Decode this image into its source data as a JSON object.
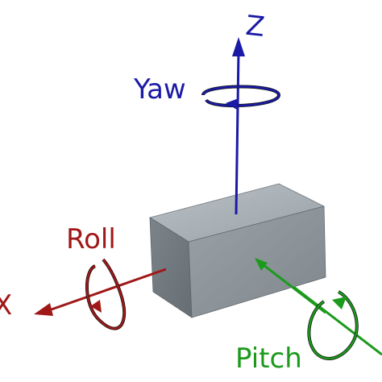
{
  "labels": {
    "z_axis": "Z",
    "yaw": "Yaw",
    "roll": "Roll",
    "x_axis": "X",
    "pitch": "Pitch"
  },
  "colors": {
    "background": "#ffffff",
    "yaw_axis": "#1a1aa6",
    "roll_axis": "#a01818",
    "pitch_axis": "#1c9a1c",
    "box_top": "#aab1b6",
    "box_front": "#8d959b",
    "box_side": "#737b82"
  }
}
